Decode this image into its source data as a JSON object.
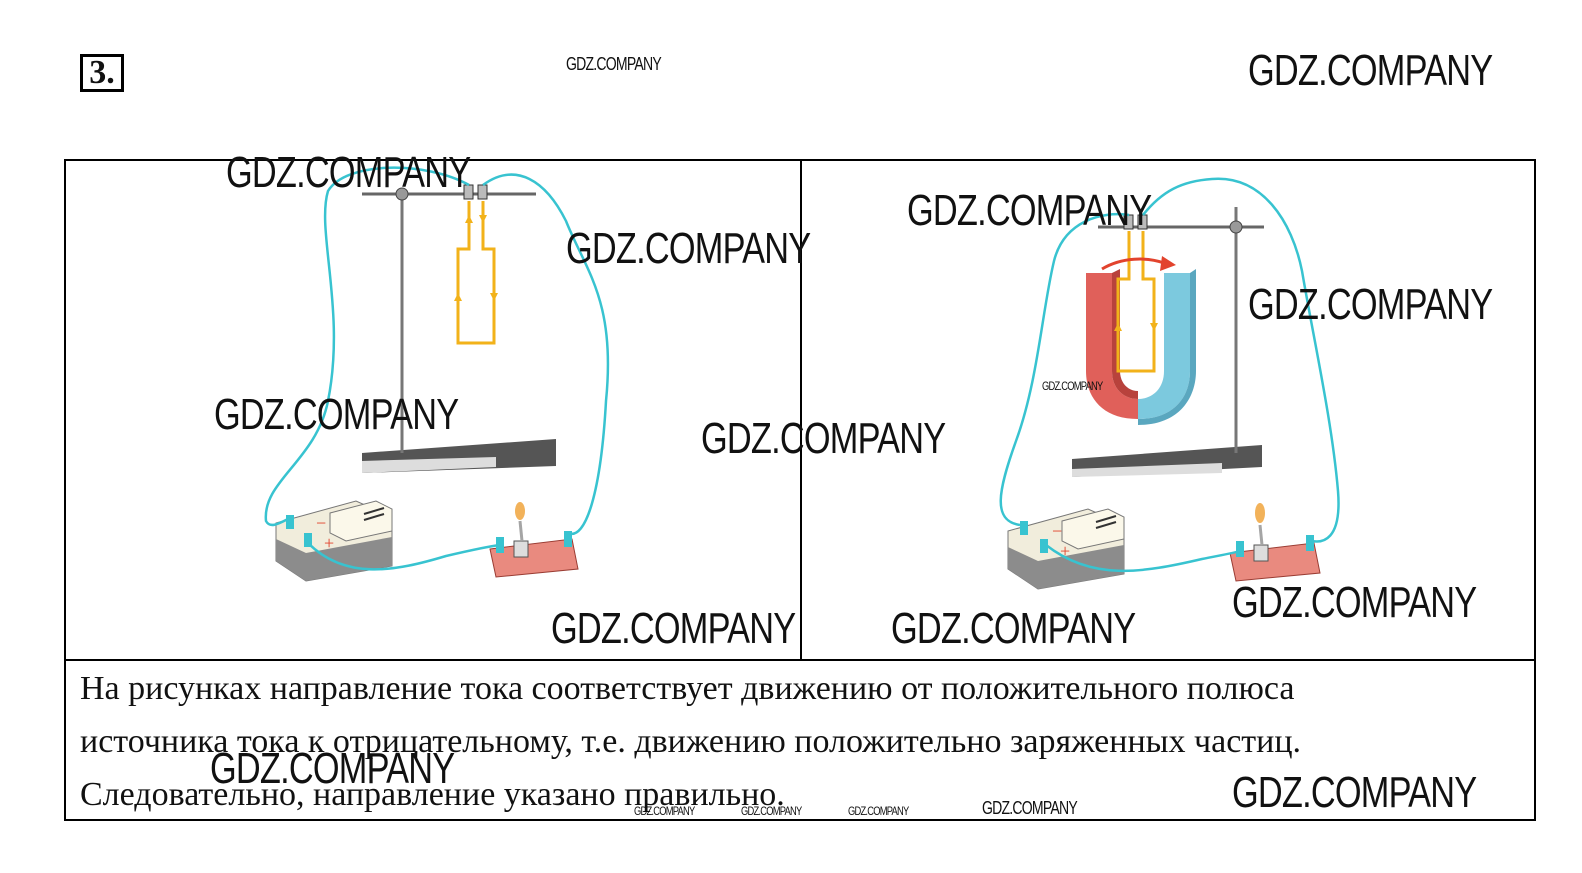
{
  "problem_number": "3.",
  "watermark": "GDZ.COMPANY",
  "answer_lines": [
    "На рисунках направление тока соответствует движению от положительного полюса",
    "источника тока к отрицательному, т.е. движению положительно заряженных частиц.",
    "Следовательно, направление указано правильно."
  ],
  "colors": {
    "wire": "#38c3d0",
    "frame_loop": "#f2b21a",
    "magnet_north": "#e0605a",
    "magnet_south": "#7cc9de",
    "arrow": "#e2432d",
    "switch": "#e98a7f"
  },
  "battery_left": {
    "plus": "+",
    "minus": "−"
  },
  "battery_right": {
    "plus": "+",
    "minus": "−"
  }
}
